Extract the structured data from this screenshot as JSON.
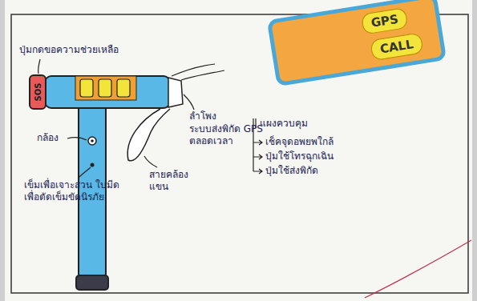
{
  "diagram": {
    "nodes": [
      {
        "text": [
          "SOS"
        ]
      },
      {
        "text": []
      },
      {
        "text": [
          "GPS"
        ],
        "in": 1
      },
      {
        "text": [
          "CALL"
        ],
        "in": 1
      }
    ],
    "labels": [
      "ปุ่มกดขอความช่วยเหลือ",
      "กล้อง",
      "เข็มเพื่อเจาะส่วน ใบมีดเพื่อตัดเข็มขัดนิรภัย",
      "ลำโพง",
      "ระบบส่งพิกัด GPS ตลอดเวลา",
      "สายคล้องแขน",
      "แผงควบคุม",
      "เช็คจุดอพยพใกล้",
      "ปุ่มใช้โทรฉุกเฉิน",
      "ปุ่มใช้ส่งพิกัด"
    ]
  }
}
